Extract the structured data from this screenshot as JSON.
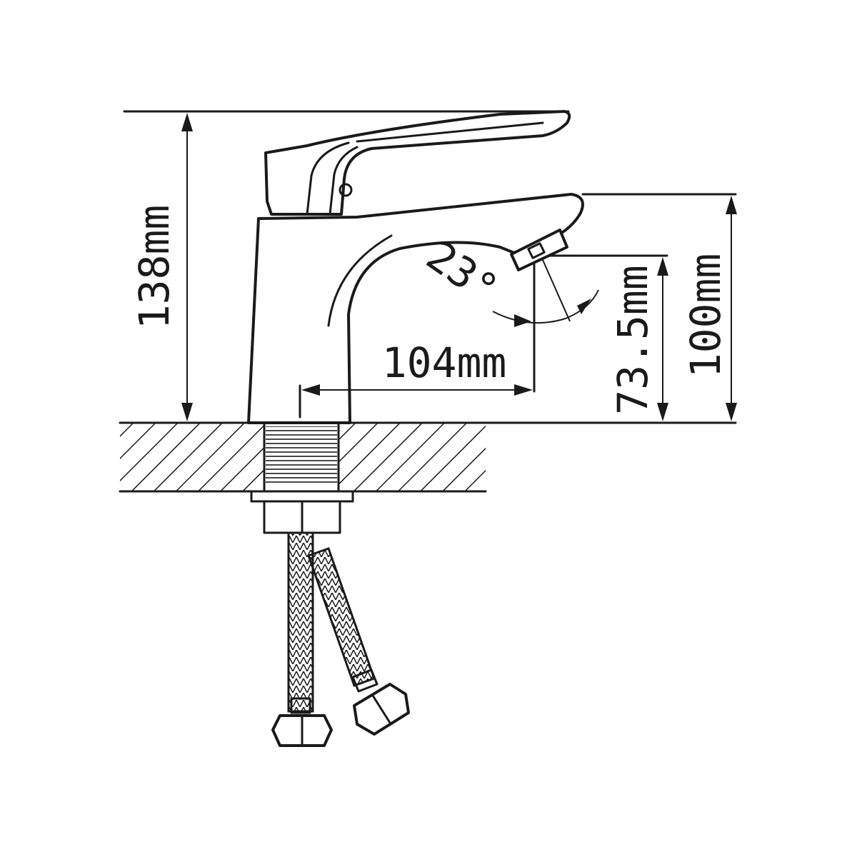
{
  "dimensions": {
    "total_height": "138mm",
    "spout_height": "100mm",
    "outlet_height": "73.5mm",
    "spout_reach": "104mm",
    "outlet_angle": "23°"
  },
  "colors": {
    "line": "#1a1a1a",
    "background": "#ffffff"
  }
}
